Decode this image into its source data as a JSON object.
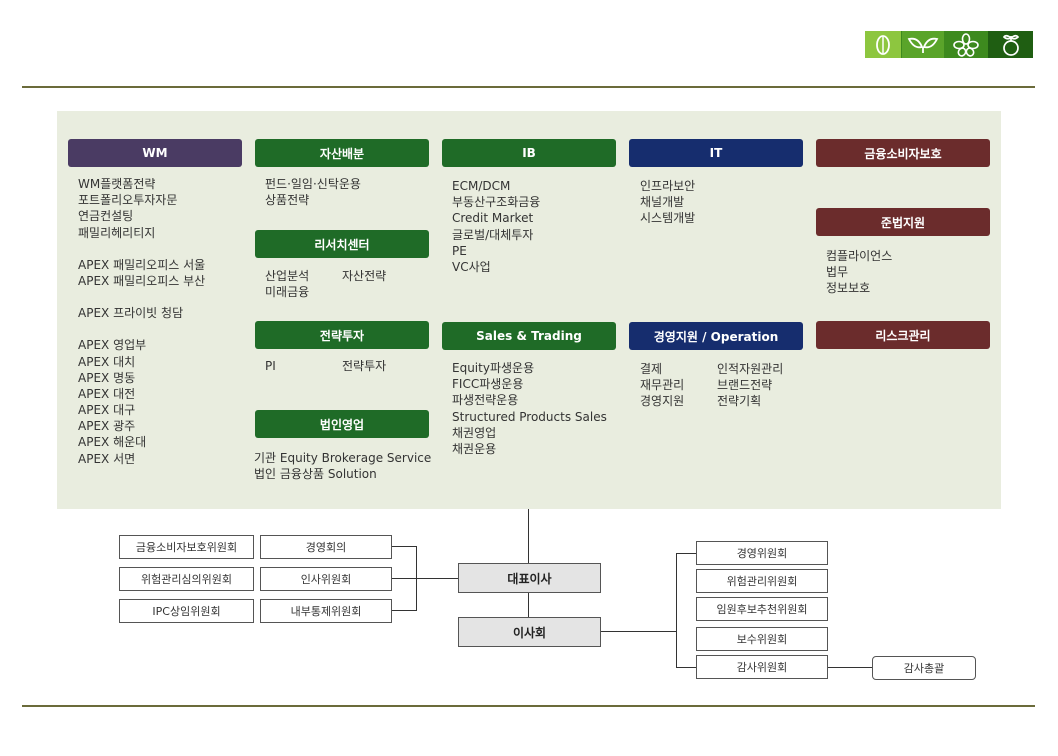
{
  "colors": {
    "wm": "#4a3b63",
    "green": "#1f6b27",
    "navy": "#162d6e",
    "maroon": "#6b2c2c",
    "panel": "#e9eddf",
    "rule": "#6b6b3a",
    "logo": "#3d8a1e"
  },
  "logo": {
    "icons": [
      "seed-icon",
      "sprout-icon",
      "flower-icon",
      "fruit-icon"
    ]
  },
  "divisions": {
    "wm": {
      "title": "WM",
      "items": [
        "WM플랫폼전략",
        "포트폴리오투자자문",
        "연금컨설팅",
        "패밀리헤리티지"
      ],
      "apex_offices": [
        "APEX 패밀리오피스 서울",
        "APEX 패밀리오피스 부산"
      ],
      "apex_private": "APEX 프라이빗 청담",
      "apex_branches": [
        "APEX 영업부",
        "APEX 대치",
        "APEX 명동",
        "APEX 대전",
        "APEX 대구",
        "APEX 광주",
        "APEX 해운대",
        "APEX 서면"
      ]
    },
    "asset_allocation": {
      "title": "자산배분",
      "items": [
        "펀드·일임·신탁운용",
        "상품전략"
      ]
    },
    "research": {
      "title": "리서치센터",
      "row1": [
        "산업분석",
        "자산전략"
      ],
      "row2": "미래금융"
    },
    "strategic_investment": {
      "title": "전략투자",
      "row1": [
        "PI",
        "전략투자"
      ]
    },
    "corporate_sales": {
      "title": "법인영업",
      "items": [
        "기관 Equity Brokerage Service",
        "법인 금융상품  Solution"
      ]
    },
    "ib": {
      "title": "IB",
      "items": [
        "ECM/DCM",
        "부동산구조화금융",
        "Credit  Market",
        "글로벌/대체투자",
        "PE",
        "VC사업"
      ]
    },
    "sales_trading": {
      "title": "Sales & Trading",
      "items": [
        "Equity파생운용",
        "FICC파생운용",
        "파생전략운용",
        "Structured Products Sales",
        "채권영업",
        "채권운용"
      ]
    },
    "it": {
      "title": "IT",
      "items": [
        "인프라보안",
        "채널개발",
        "시스템개발"
      ]
    },
    "operation": {
      "title": "경영지원 / Operation",
      "rows": [
        [
          "결제",
          "인적자원관리"
        ],
        [
          "재무관리",
          "브랜드전략"
        ],
        [
          "경영지원",
          "전략기획"
        ]
      ]
    },
    "consumer_protection": {
      "title": "금융소비자보호"
    },
    "compliance": {
      "title": "준법지원",
      "items": [
        "컴플라이언스",
        "법무",
        "정보보호"
      ]
    },
    "risk": {
      "title": "리스크관리"
    }
  },
  "governance": {
    "ceo": "대표이사",
    "board": "이사회",
    "left_outer": [
      "금융소비자보호위원회",
      "위험관리심의위원회",
      "IPC상임위원회"
    ],
    "left_inner": [
      "경영회의",
      "인사위원회",
      "내부통제위원회"
    ],
    "board_committees": [
      "경영위원회",
      "위험관리위원회",
      "임원후보추천위원회",
      "보수위원회",
      "감사위원회"
    ],
    "audit_head": "감사총괄"
  }
}
